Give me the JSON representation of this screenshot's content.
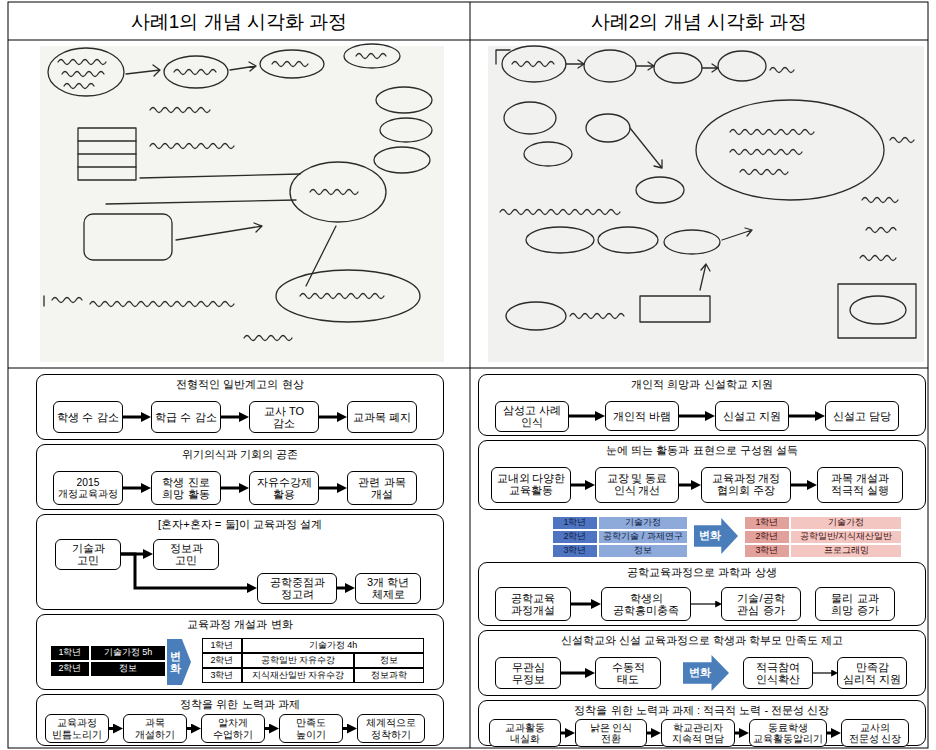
{
  "diagram": {
    "nodes": [
      {
        "text": [
          "전형적인 일반계고의 현상"
        ]
      },
      {
        "text": [
          "학생 수 감소"
        ],
        "in": 0
      },
      {
        "text": [
          "학급 수 감소"
        ],
        "in": 0
      },
      {
        "text": [
          "교사 TO 감소"
        ],
        "in": 0
      },
      {
        "text": [
          "교과목 폐지"
        ],
        "in": 0
      },
      {
        "text": [
          "위기의식과 기회의 공존"
        ]
      },
      {
        "text": [
          "2015 개정교육과정"
        ],
        "in": 5
      },
      {
        "text": [
          "학생 진로 희망 활동"
        ],
        "in": 5
      },
      {
        "text": [
          "자유수강제 활용"
        ],
        "in": 5
      },
      {
        "text": [
          "관련 과목 개설"
        ],
        "in": 5
      },
      {
        "text": [
          "[혼자+혼자 = 둘]이 교육과정 설계"
        ]
      },
      {
        "text": [
          "기술과 고민"
        ],
        "in": 10
      },
      {
        "text": [
          "정보과 고민"
        ],
        "in": 10
      },
      {
        "text": [
          "공학중점과 정고려"
        ],
        "in": 10
      },
      {
        "text": [
          "3개 학년 체제로"
        ],
        "in": 10
      },
      {
        "text": [
          "교육과정 개설과 변화"
        ]
      },
      {
        "text": [
          "변화"
        ],
        "in": 15
      },
      {
        "text": [
          "정착을 위한 노력과 과제"
        ]
      },
      {
        "text": [
          "교육과정 빈틈노리기"
        ],
        "in": 17
      },
      {
        "text": [
          "과목 개설하기"
        ],
        "in": 17
      },
      {
        "text": [
          "알차게 수업하기"
        ],
        "in": 17
      },
      {
        "text": [
          "만족도 높이기"
        ],
        "in": 17
      },
      {
        "text": [
          "체계적으로 정착하기"
        ],
        "in": 17
      },
      {
        "text": [
          "개인적 희망과 신설학교 지원"
        ]
      },
      {
        "text": [
          "삼성고 사례 인식"
        ],
        "in": 23
      },
      {
        "text": [
          "개인적 바램"
        ],
        "in": 23
      },
      {
        "text": [
          "신설고 지원"
        ],
        "in": 23
      },
      {
        "text": [
          "신설고 담당"
        ],
        "in": 23
      },
      {
        "text": [
          "눈에 띄는 활동과 표현으로 구성원 설득"
        ]
      },
      {
        "text": [
          "교내외 다양한 교육활동"
        ],
        "in": 28
      },
      {
        "text": [
          "교장 및 동료 인식 개선"
        ],
        "in": 28
      },
      {
        "text": [
          "교육과정 개정 협의회 주장"
        ],
        "in": 28
      },
      {
        "text": [
          "과목 개설과 적극적 실행"
        ],
        "in": 28
      },
      {
        "text": [
          "변화"
        ]
      },
      {
        "text": [
          "공학교육과정으로 과학과 상생"
        ]
      },
      {
        "text": [
          "공학교육 과정개설"
        ],
        "in": 34
      },
      {
        "text": [
          "학생의 공학흥미충족"
        ],
        "in": 34
      },
      {
        "text": [
          "기술/공학 관심 증가"
        ],
        "in": 34
      },
      {
        "text": [
          "물리 교과 희망 증가"
        ],
        "in": 34
      },
      {
        "text": [
          "신설학교와 신설 교육과정으로 학생과 학부모 만족도 제고"
        ]
      },
      {
        "text": [
          "무관심 무정보"
        ],
        "in": 39
      },
      {
        "text": [
          "수동적 태도"
        ],
        "in": 39
      },
      {
        "text": [
          "변화"
        ],
        "in": 39
      },
      {
        "text": [
          "적극참여 인식확산"
        ],
        "in": 39
      },
      {
        "text": [
          "만족감 심리적 지원"
        ],
        "in": 39
      },
      {
        "text": [
          "정착을 위한 노력과 과제 : 적극적 노력 - 전문성 신장"
        ]
      },
      {
        "text": [
          "교과활동 내실화"
        ],
        "in": 45
      },
      {
        "text": [
          "낡은 인식 전환"
        ],
        "in": 45
      },
      {
        "text": [
          "학교관리자 지속적 면담"
        ],
        "in": 45
      },
      {
        "text": [
          "동료학생 교육활동알리기"
        ],
        "in": 45
      },
      {
        "text": [
          "교사의 전문성 신장"
        ],
        "in": 45
      }
    ],
    "edges": [
      {
        "from": 1,
        "to": 2,
        "arrow": "to"
      },
      {
        "from": 2,
        "to": 3,
        "arrow": "to"
      },
      {
        "from": 3,
        "to": 4,
        "arrow": "to"
      },
      {
        "from": 6,
        "to": 7,
        "arrow": "to"
      },
      {
        "from": 7,
        "to": 8,
        "arrow": "to"
      },
      {
        "from": 8,
        "to": 9,
        "arrow": "to"
      },
      {
        "from": 11,
        "to": 12,
        "arrow": "to"
      },
      {
        "from": 11,
        "to": 13,
        "arrow": "to"
      },
      {
        "from": 13,
        "to": 14,
        "arrow": "to"
      },
      {
        "from": 18,
        "to": 19,
        "arrow": "to"
      },
      {
        "from": 19,
        "to": 20,
        "arrow": "to"
      },
      {
        "from": 20,
        "to": 21,
        "arrow": "to"
      },
      {
        "from": 21,
        "to": 22,
        "arrow": "to"
      },
      {
        "from": 24,
        "to": 25,
        "arrow": "to"
      },
      {
        "from": 25,
        "to": 26,
        "arrow": "to"
      },
      {
        "from": 26,
        "to": 27,
        "arrow": "to"
      },
      {
        "from": 29,
        "to": 30,
        "arrow": "to"
      },
      {
        "from": 30,
        "to": 31,
        "arrow": "to"
      },
      {
        "from": 31,
        "to": 32,
        "arrow": "to"
      },
      {
        "from": 35,
        "to": 36,
        "arrow": "to"
      },
      {
        "from": 36,
        "to": 37,
        "arrow": "to"
      },
      {
        "from": 40,
        "to": 41,
        "arrow": "to"
      },
      {
        "from": 43,
        "to": 44,
        "arrow": "to"
      },
      {
        "from": 46,
        "to": 47,
        "arrow": "to"
      },
      {
        "from": 47,
        "to": 48,
        "arrow": "to"
      },
      {
        "from": 48,
        "to": 49,
        "arrow": "to"
      },
      {
        "from": 49,
        "to": 50,
        "arrow": "to"
      }
    ],
    "labels": [
      "사례1의 개념 시각화 과정",
      "사례2의 개념 시각화 과정",
      "1학년",
      "기술가정 5h",
      "2학년",
      "정보",
      "1학년",
      "기술가정 4h",
      "2학년",
      "공학일반 자유수강",
      "정보",
      "3학년",
      "지식재산일반 자유수강",
      "정보과학",
      "1학년",
      "기술가정",
      "2학년",
      "공학기술 / 과제연구",
      "3학년",
      "정보",
      "1학년",
      "기술가정",
      "2학년",
      "공학일반/지식재산일반",
      "3학년",
      "프로그래밍"
    ]
  }
}
